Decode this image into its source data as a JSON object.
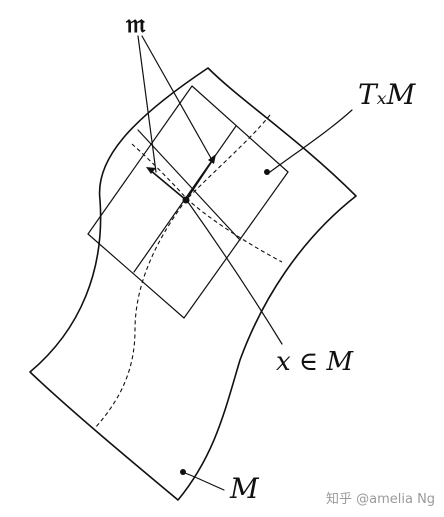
{
  "labels": {
    "subalgebra": "𝔪",
    "tangent_space": "TₓM",
    "point": "x ∈ M",
    "manifold": "M"
  },
  "watermark": "知乎 @amelia Ng"
}
